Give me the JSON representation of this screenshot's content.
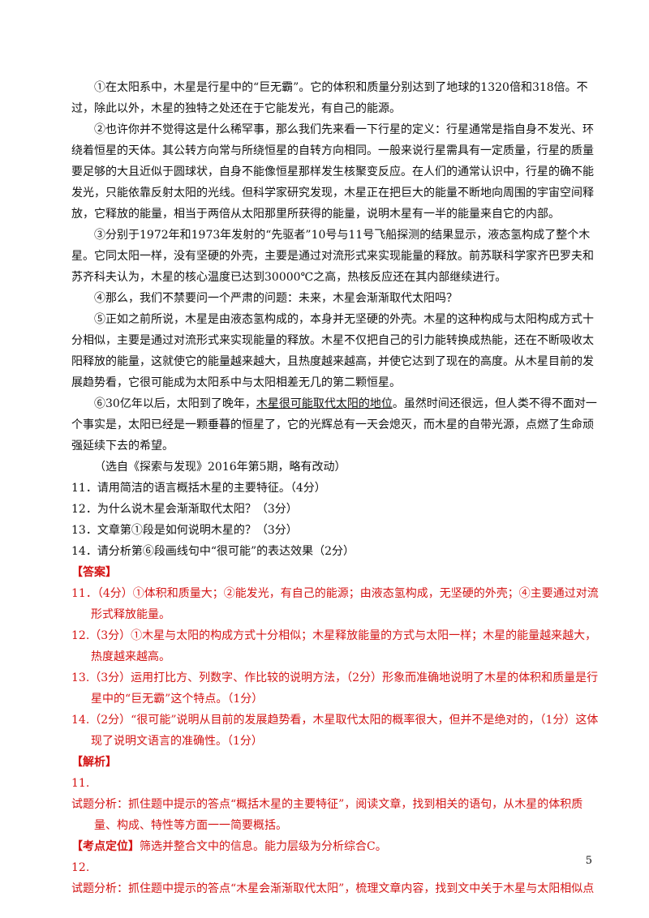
{
  "passage": {
    "p1": "①在太阳系中，木星是行星中的“巨无霸”。它的体积和质量分别达到了地球的1320倍和318倍。不过，除此以外，木星的独特之处还在于它能发光，有自己的能源。",
    "p2": "②也许你并不觉得这是什么稀罕事，那么我们先来看一下行星的定义：行星通常是指自身不发光、环绕着恒星的天体。其公转方向常与所绕恒星的自转方向相同。一般来说行星需具有一定质量，行星的质量要足够的大且近似于圆球状，自身不能像恒星那样发生核聚变反应。在人们的通常认识中，行星的确不能发光，只能依靠反射太阳的光线。但科学家研究发现，木星正在把巨大的能量不断地向周围的宇宙空间释放，它释放的能量，相当于两倍从太阳那里所获得的能量，说明木星有一半的能量来自它的内部。",
    "p3": "③分别于1972年和1973年发射的“先驱者”10号与11号飞船探测的结果显示，液态氢构成了整个木星。它同太阳一样，没有坚硬的外壳，主要是通过对流形式来实现能量的释放。前苏联科学家齐巴罗夫和苏齐科夫认为，木星的核心温度已达到30000℃之高，热核反应还在其内部继续进行。",
    "p4": "④那么，我们不禁要问一个严肃的问题：未来，木星会渐渐取代太阳吗？",
    "p5": "⑤正如之前所说，木星是由液态氢构成的，本身并无坚硬的外壳。木星的这种构成与太阳构成方式十分相似，主要是通过对流形式来实现能量的释放。木星不仅把自己的引力能转换成热能，还在不断吸收太阳释放的能量，这就使它的能量越来越大，且热度越来越高，并使它达到了现在的高度。从木星目前的发展趋势看，它很可能成为太阳系中与太阳相差无几的第二颗恒星。",
    "p6_before": "⑥30亿年以后，太阳到了晚年，",
    "p6_underline": "木星很可能取代太阳的地位",
    "p6_after": "。虽然时间还很远，但人类不得不面对一个事实是，太阳已经是一颗垂暮的恒星了，它的光辉总有一天会熄灭，而木星的自带光源，点燃了生命顽强延续下去的希望。",
    "source": "（选自《探索与发现》2016年第5期，略有改动）"
  },
  "questions": [
    "11．请用简洁的语言概括木星的主要特征。（4分）",
    "12．为什么说木星会渐渐取代太阳？（3分）",
    "13．文章第①段是如何说明木星的？（3分）",
    "14．请分析第⑥段画线句中“很可能”的表达效果（2分）"
  ],
  "answer_header": "【答案】",
  "answers": [
    "11．（4分）①体积和质量大；②能发光，有自己的能源；由液态氢构成，无坚硬的外壳；④主要通过对流形式释放能量。",
    "12.（3分）①木星与太阳的构成方式十分相似；木星释放能量的方式与太阳一样；木星的能量越来越大，热度越来越高。",
    "13.（3分）运用打比方、列数字、作比较的说明方法，（2分）形象而准确地说明了木星的体积和质量是行星中的“巨无霸”这个特点。（1分）",
    "14.（2分）“很可能”说明从目前的发展趋势看，木星取代太阳的概率很大，但并不是绝对的，（1分）这体现了说明文语言的准确性。（1分）"
  ],
  "analysis_header": "【解析】",
  "analysis": {
    "n11": "11.",
    "a11": "试题分析：抓住题中提示的答点“概括木星的主要特征”，阅读文章，找到相关的语句，从木星的体积质量、构成、特性等方面一一简要概括。",
    "k11_label": "【考点定位】",
    "k11_text": "筛选并整合文中的信息。能力层级为分析综合C。",
    "n12": "12.",
    "a12": "试题分析：抓住题中提示的答点“木星会渐渐取代太阳”，梳理文章内容，找到文中关于木星与太阳相似点"
  },
  "page_number": "5"
}
